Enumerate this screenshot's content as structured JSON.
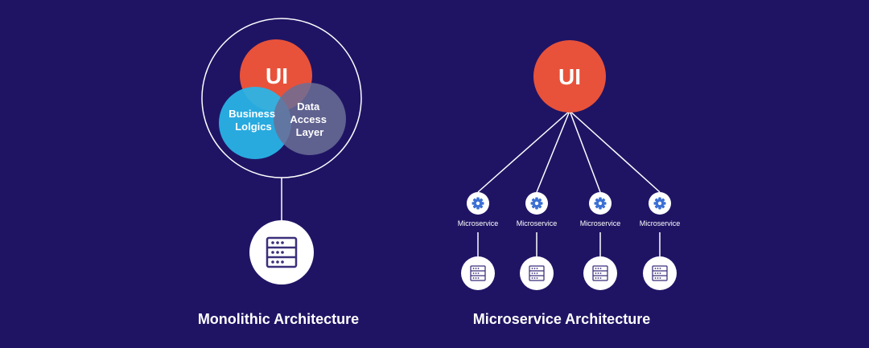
{
  "colors": {
    "background": "#1f1464",
    "ui_node": "#e8523a",
    "business_node": "#29b6e8",
    "data_node": "#6b6f96",
    "line": "#ffffff",
    "server_icon": "#3a2f7a"
  },
  "monolithic": {
    "ui_label": "UI",
    "business_label_line1": "Business",
    "business_label_line2": "Lolgics",
    "data_label_line1": "Data",
    "data_label_line2": "Access",
    "data_label_line3": "Layer",
    "title": "Monolithic Architecture",
    "server_icon": "server-rack-icon"
  },
  "microservice": {
    "ui_label": "UI",
    "title": "Microservice Architecture",
    "service_icon": "gear-icon",
    "server_icon": "server-rack-icon",
    "services": [
      {
        "label": "Microservice"
      },
      {
        "label": "Microservice"
      },
      {
        "label": "Microservice"
      },
      {
        "label": "Microservice"
      }
    ]
  }
}
